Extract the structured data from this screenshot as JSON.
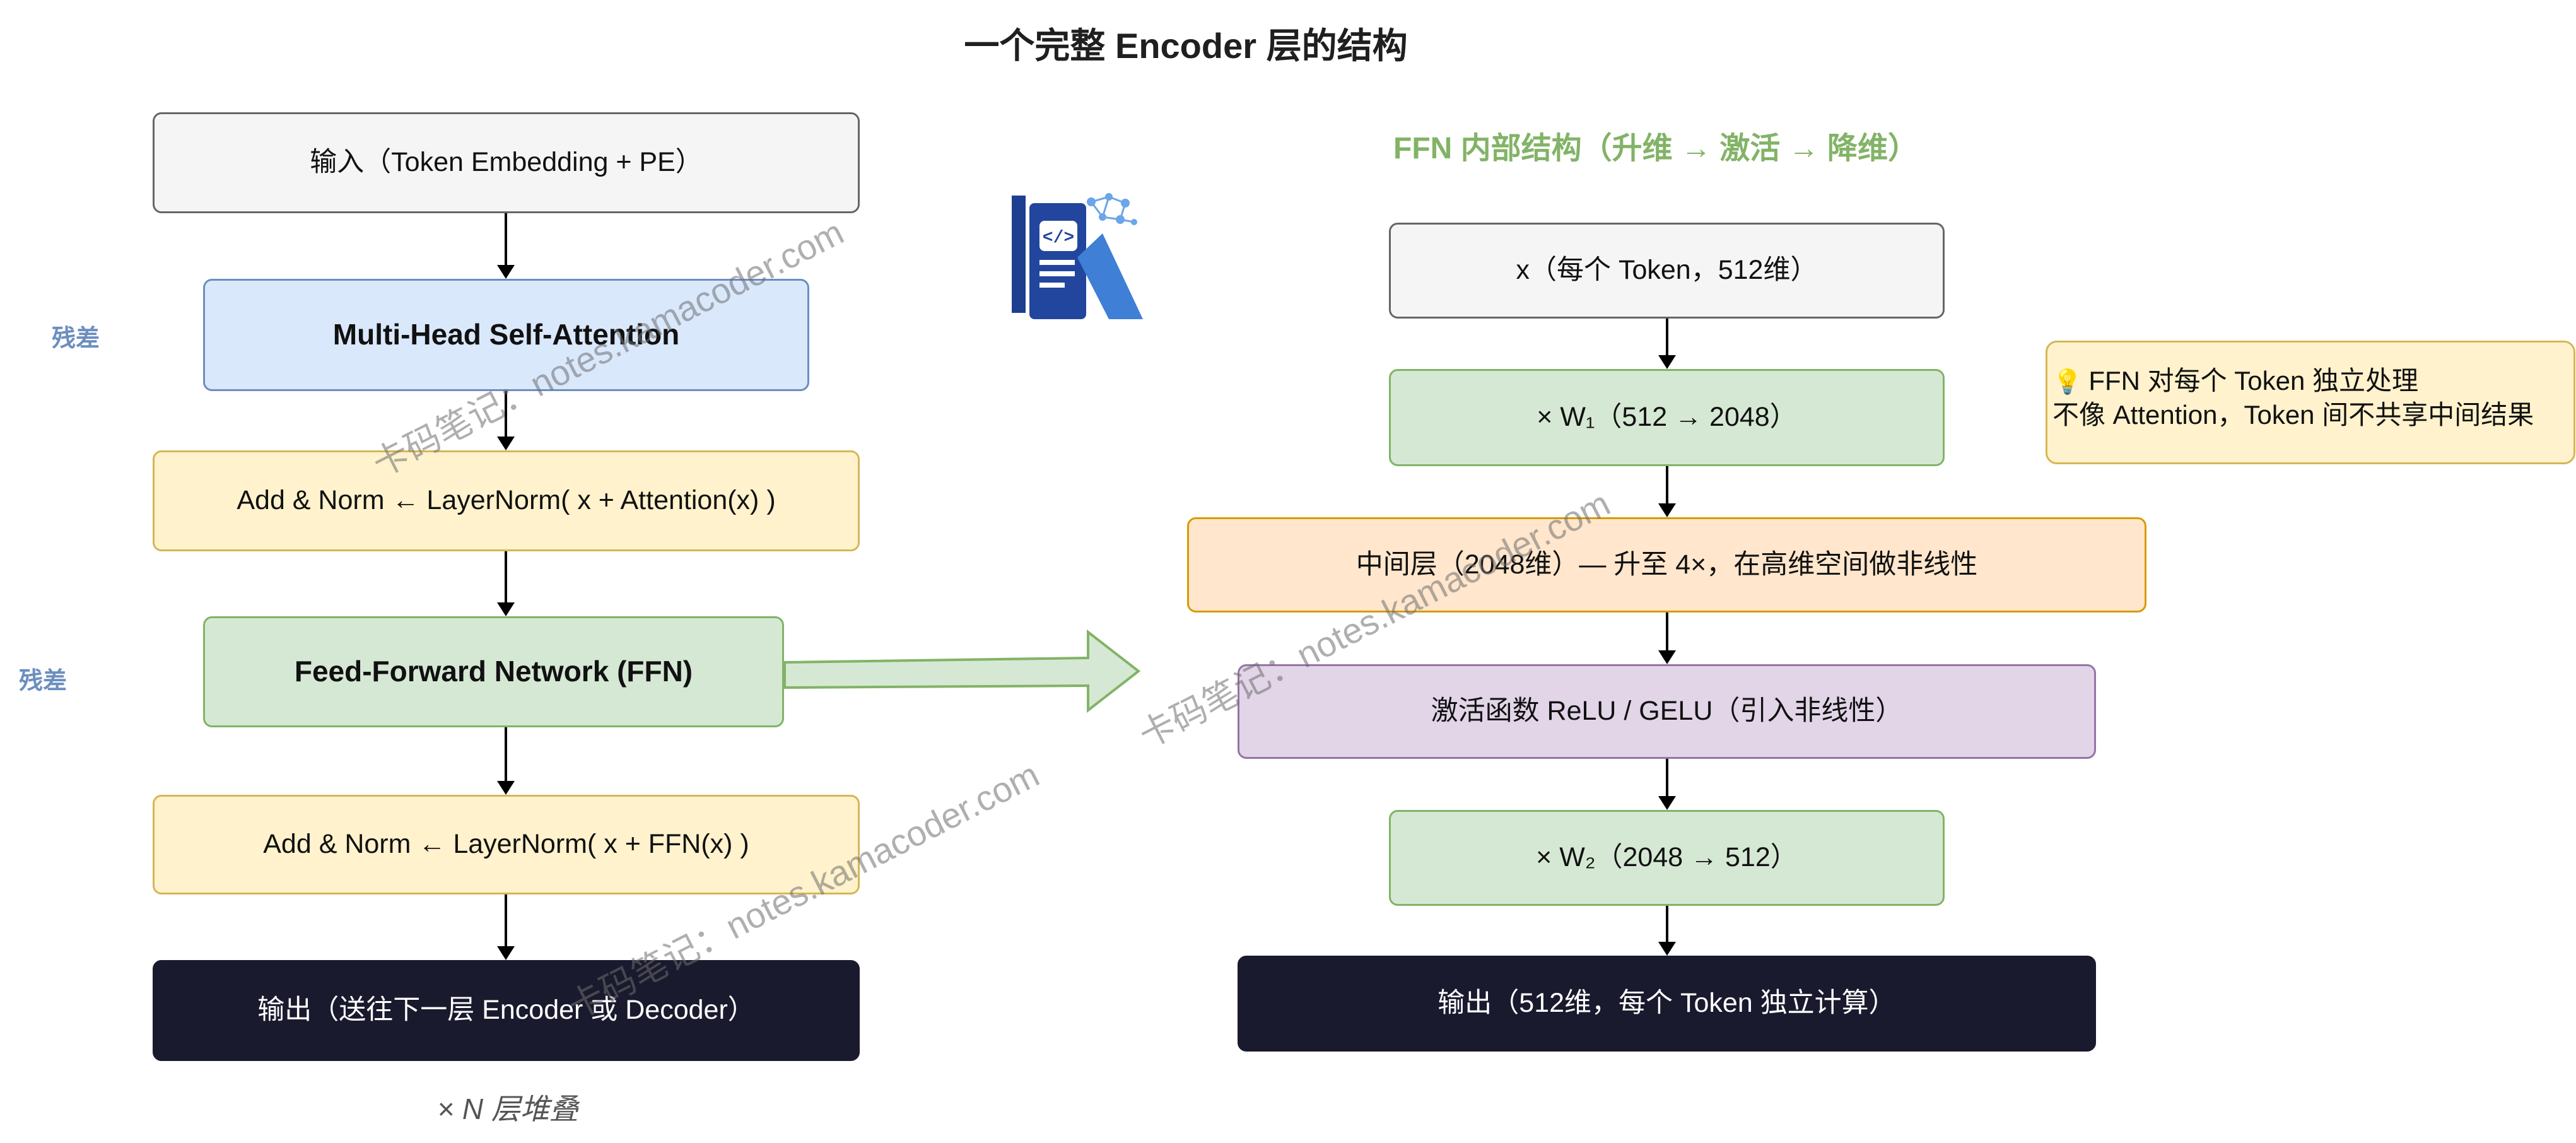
{
  "title": "一个完整 Encoder 层的结构",
  "encoder": {
    "input_label": "输入（Token Embedding + PE）",
    "attention_label": "Multi-Head Self-Attention",
    "add_norm_1_label": "Add & Norm ← LayerNorm( x + Attention(x) )",
    "ffn_label": "Feed-Forward Network (FFN)",
    "add_norm_2_label": "Add & Norm ← LayerNorm( x + FFN(x) )",
    "output_label": "输出（送往下一层 Encoder 或 Decoder）",
    "residual_label_1": "残差",
    "residual_label_2": "残差",
    "stack_note": "× N 层堆叠"
  },
  "ffn_detail": {
    "title": "FFN 内部结构（升维 → 激活 → 降维）",
    "input_label": "x（每个 Token，512维）",
    "w1_label": "× W₁（512 → 2048）",
    "hidden_label": "中间层（2048维）— 升至 4×，在高维空间做非线性",
    "activation_label": "激活函数 ReLU / GELU（引入非线性）",
    "w2_label": "× W₂（2048 → 512）",
    "output_label": "输出（512维，每个 Token 独立计算）"
  },
  "note": {
    "icon": "lightbulb-icon",
    "line1": "FFN 对每个 Token 独立处理",
    "line2": "不像 Attention，Token 间不共享中间结果"
  },
  "watermark": {
    "text": "卡码笔记：notes.kamacoder.com"
  },
  "colors": {
    "title_green": "#82b366",
    "residual_blue": "#6c8ebf",
    "dark_box": "#1a1a2e"
  }
}
